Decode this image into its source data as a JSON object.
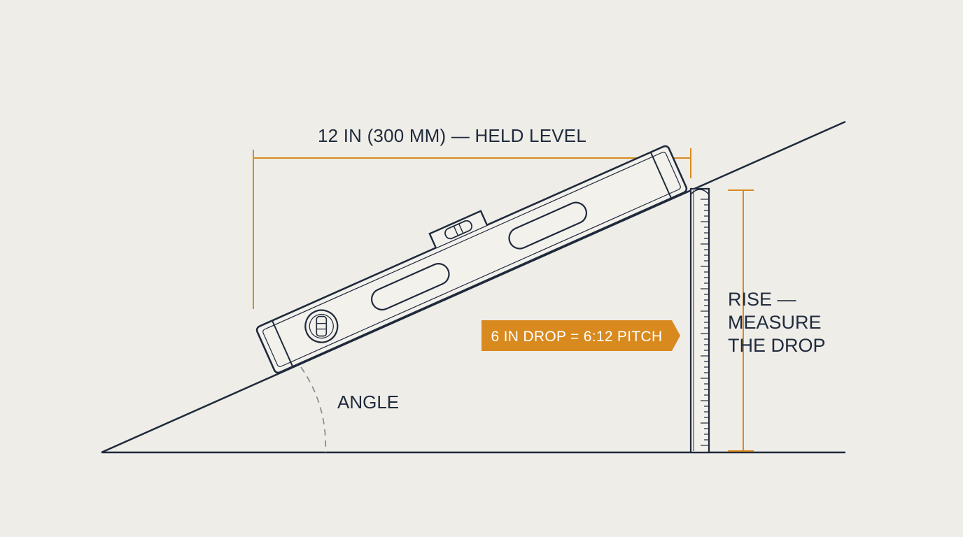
{
  "labels": {
    "top_dimension": "12 IN (300 MM) — HELD LEVEL",
    "rise_line1": "RISE —",
    "rise_line2": "MEASURE",
    "rise_line3": "THE DROP",
    "angle": "ANGLE",
    "callout": "6 IN DROP = 6:12 PITCH"
  },
  "colors": {
    "background": "#efede8",
    "ink": "#1f2a3c",
    "accent": "#d98a1f",
    "callout_fill": "#d98a1f",
    "callout_text": "#ffffff"
  }
}
